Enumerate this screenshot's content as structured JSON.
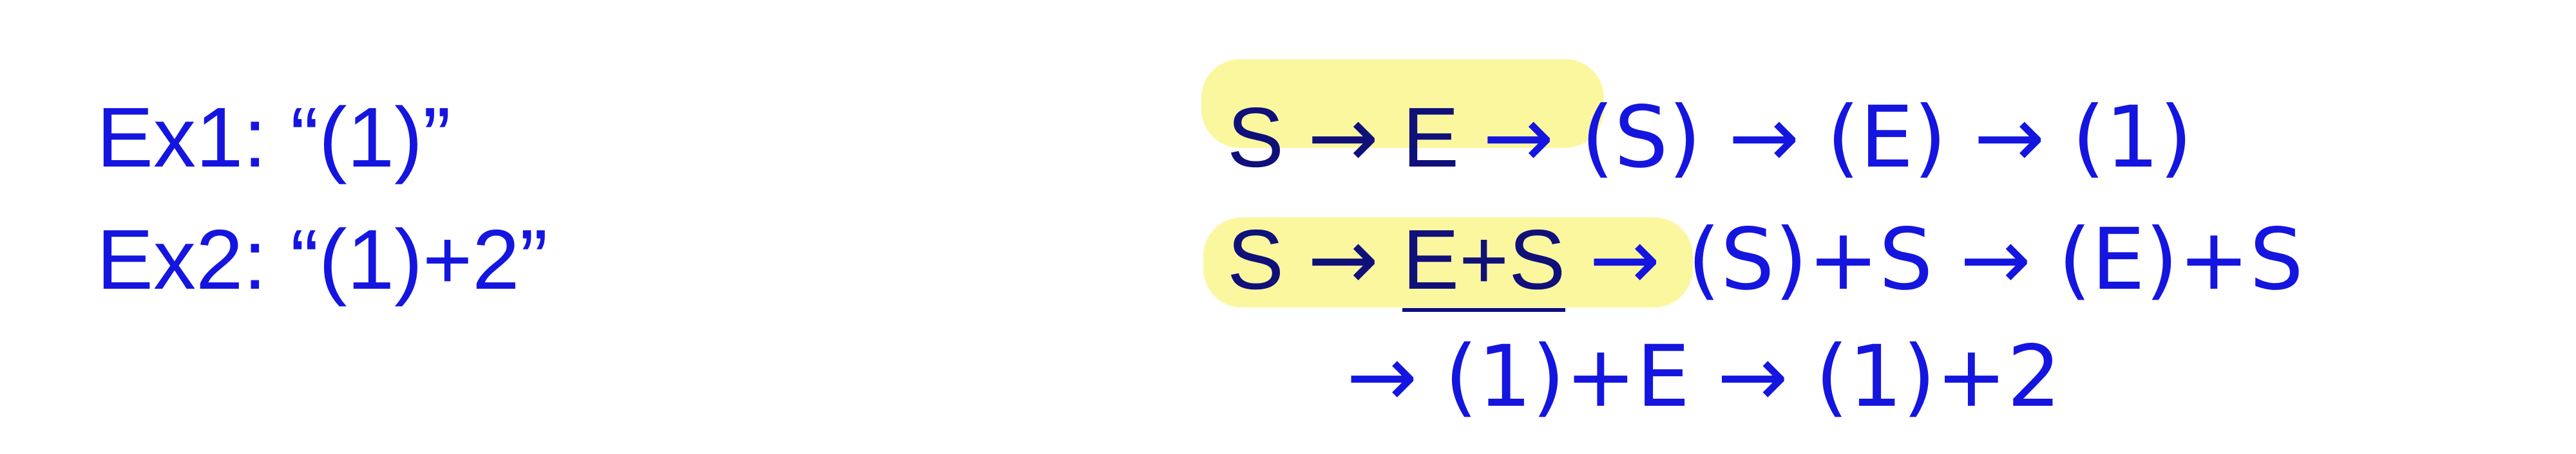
{
  "examples": [
    {
      "label": "Ex1: “(1)”",
      "derivation": {
        "start": "S",
        "arrow": "→",
        "first": "E",
        "rest": "→ (S) → (E) → (1)"
      }
    },
    {
      "label": "Ex2: “(1)+2”",
      "derivation": {
        "start": "S",
        "arrow": "→",
        "first_underlined": "E+S",
        "rest": "→ (S)+S → (E)+S",
        "continuation": "→ (1)+E → (1)+2"
      }
    }
  ],
  "colors": {
    "text": "#1515e0",
    "highlighted_text": "#10107a",
    "highlight": "#fbf79a",
    "background": "#ffffff"
  }
}
